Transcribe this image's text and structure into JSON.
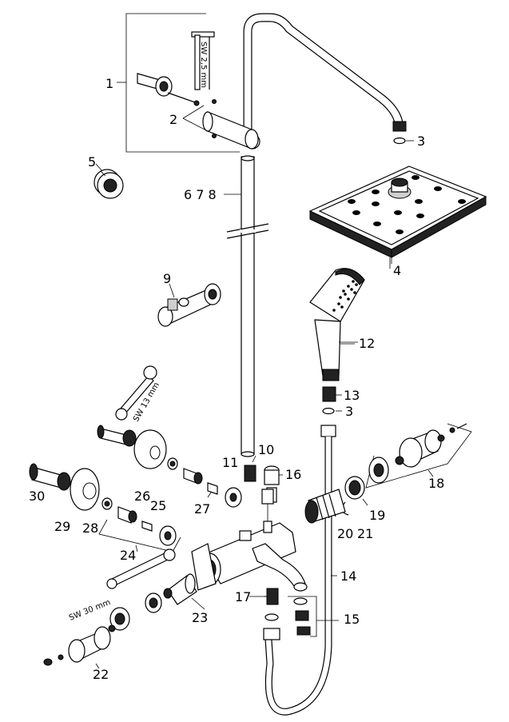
{
  "parts": [
    {
      "label": "1"
    },
    {
      "label": "2"
    },
    {
      "label": "3"
    },
    {
      "label": "4"
    },
    {
      "label": "5"
    },
    {
      "label": "6 7 8"
    },
    {
      "label": "9"
    },
    {
      "label": "10"
    },
    {
      "label": "11"
    },
    {
      "label": "12"
    },
    {
      "label": "13"
    },
    {
      "label": "3"
    },
    {
      "label": "14"
    },
    {
      "label": "15"
    },
    {
      "label": "16"
    },
    {
      "label": "17"
    },
    {
      "label": "18"
    },
    {
      "label": "19"
    },
    {
      "label": "20"
    },
    {
      "label": "21"
    },
    {
      "label": "22"
    },
    {
      "label": "23"
    },
    {
      "label": "24"
    },
    {
      "label": "25"
    },
    {
      "label": "26"
    },
    {
      "label": "27"
    },
    {
      "label": "28"
    },
    {
      "label": "29"
    },
    {
      "label": "30"
    }
  ],
  "tools": {
    "allen_key": "SW 2,5 mm",
    "wrench_13": "SW 13 mm",
    "wrench_30": "SW 30 mm"
  }
}
